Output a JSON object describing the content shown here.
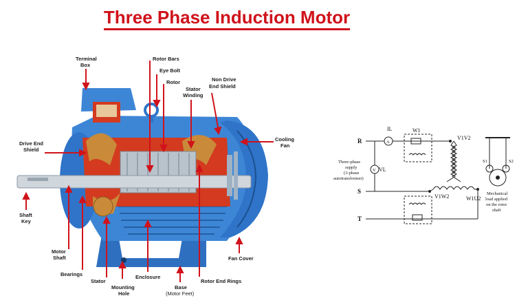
{
  "title": "Three Phase Induction Motor",
  "motor_labels": {
    "terminal_box_1": "Terminal",
    "terminal_box_2": "Box",
    "rotor_bars": "Rotor Bars",
    "eye_bolt": "Eye Bolt",
    "rotor": "Rotor",
    "stator_winding_1": "Stator",
    "stator_winding_2": "Winding",
    "non_drive_1": "Non Drive",
    "non_drive_2": "End Shield",
    "cooling_fan_1": "Cooling",
    "cooling_fan_2": "Fan",
    "drive_end_1": "Drive End",
    "drive_end_2": "Shield",
    "shaft_key_1": "Shaft",
    "shaft_key_2": "Key",
    "motor_shaft_1": "Motor",
    "motor_shaft_2": "Shaft",
    "bearings": "Bearings",
    "stator": "Stator",
    "mounting_hole_1": "Mounting",
    "mounting_hole_2": "Hole",
    "enclosure": "Enclosure",
    "base_1": "Base",
    "base_2": "(Motor Feet)",
    "rotor_end_rings": "Rotor End Rings",
    "fan_cover": "Fan Cover"
  },
  "circuit": {
    "line_r": "R",
    "line_s": "S",
    "line_t": "T",
    "current_label": "IL",
    "voltage_label": "VL",
    "ammeter": "A",
    "voltmeter": "V",
    "w1": "W1",
    "v1v2": "V1V2",
    "v1w2": "V1W2",
    "w1u2": "W1U2",
    "supply_1": "Three-phase",
    "supply_2": "supply",
    "supply_3": "(3-phase",
    "supply_4": "autotransformer)",
    "s1": "S1",
    "s2": "S2",
    "mech_1": "Mechanical",
    "mech_2": "load applied",
    "mech_3": "on the rotor",
    "mech_4": "shaft"
  },
  "colors": {
    "title_red": "#d0121b",
    "motor_blue": "#3d86d6",
    "motor_dark_blue": "#1f5ea8",
    "motor_red": "#d33a1f",
    "copper": "#c98a3a",
    "pointer_red": "#d0121b"
  }
}
